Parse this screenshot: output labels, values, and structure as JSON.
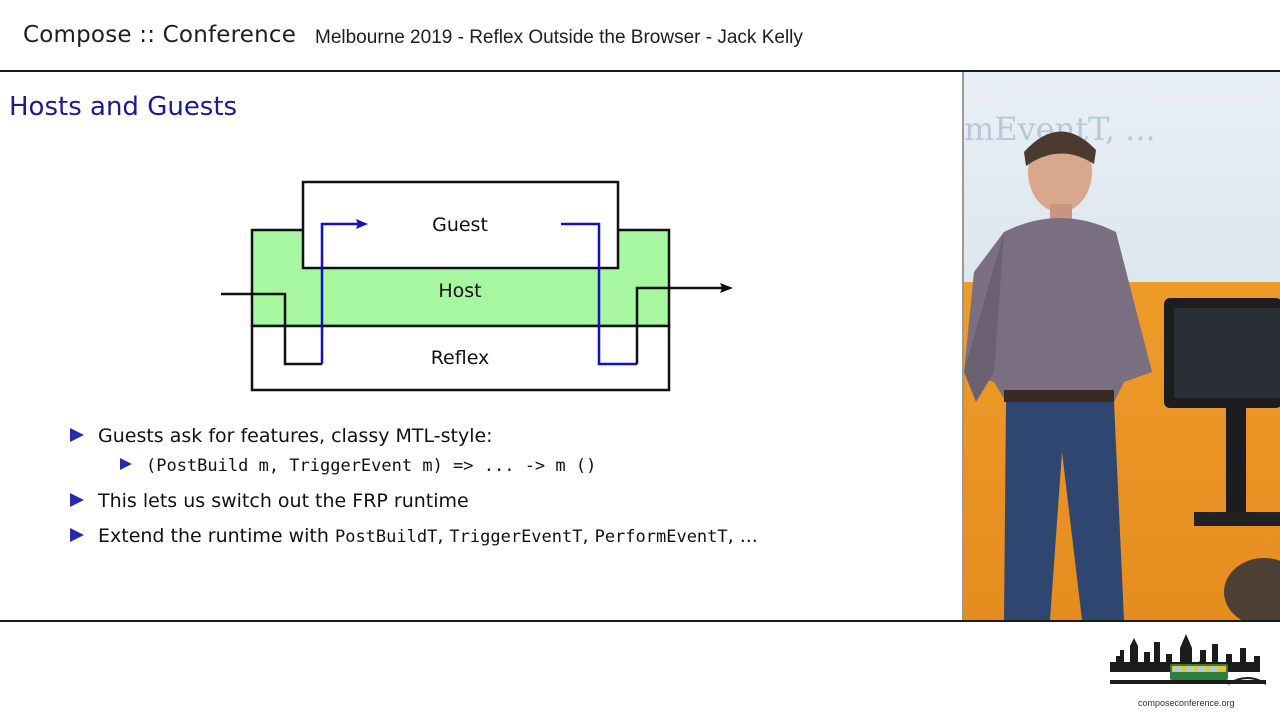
{
  "header": {
    "brand": "Compose :: Conference",
    "talk_title": "Melbourne 2019 - Reflex Outside the Browser - Jack Kelly"
  },
  "slide": {
    "title": "Hosts and Guests",
    "diagram": {
      "guest_label": "Guest",
      "host_label": "Host",
      "reflex_label": "Reflex",
      "colors": {
        "host_fill": "#a6f7a0",
        "signal_line": "#1010c8",
        "outline": "#111111"
      }
    },
    "bullets": [
      {
        "text": "Guests ask for features, classy MTL-style:"
      },
      {
        "sub_code": "(PostBuild m, TriggerEvent m) => ... -> m ()"
      },
      {
        "text": "This lets us switch out the FRP runtime"
      },
      {
        "prefix": "Extend the runtime with ",
        "code1": "PostBuildT",
        "sep1": ", ",
        "code2": "TriggerEventT",
        "sep2": ", ",
        "code3": "PerformEventT",
        "suffix": ", ..."
      }
    ],
    "bullet_color": "#2a2ab0",
    "title_color": "#1a1a99"
  },
  "video": {
    "projected_text": "mEventT, ...",
    "description_icon": "speaker-video-icon"
  },
  "footer": {
    "url": "composeconference.org",
    "logo_icon": "melbourne-skyline-tram-icon"
  }
}
